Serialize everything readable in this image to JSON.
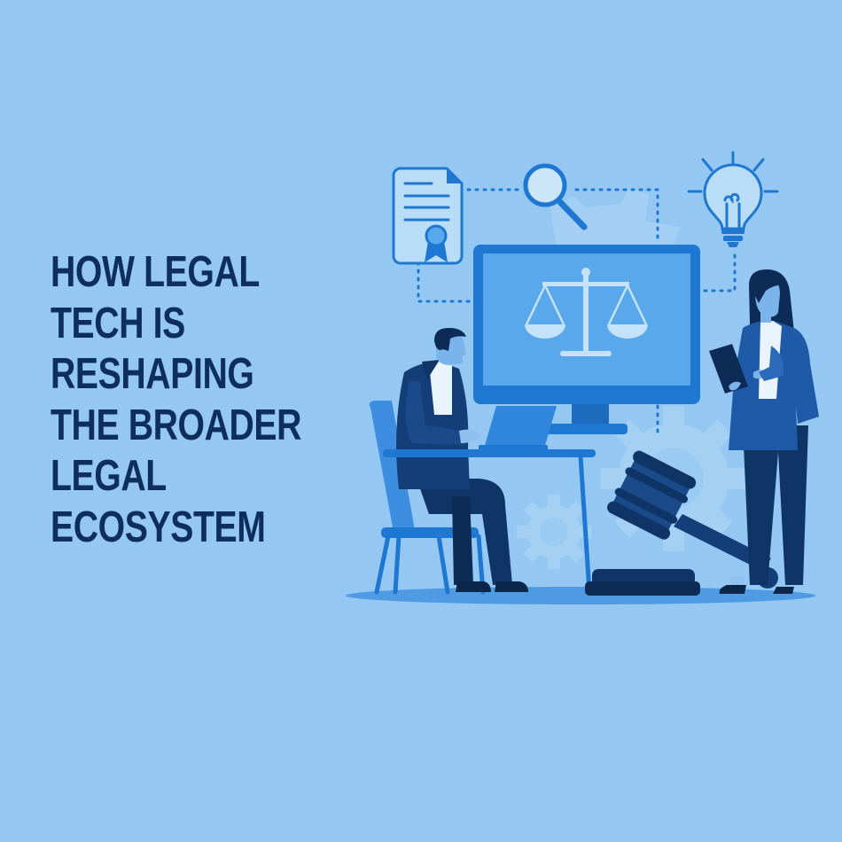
{
  "headline": {
    "lines": [
      "HOW LEGAL",
      "TECH IS",
      "RESHAPING",
      "THE BROADER",
      "LEGAL",
      "ECOSYSTEM"
    ]
  },
  "illustration": {
    "icons": [
      "certificate-document-icon",
      "magnifying-glass-icon",
      "lightbulb-icon",
      "scales-of-justice-icon",
      "gavel-icon",
      "gear-icon"
    ],
    "figures": [
      "man-at-desk-with-laptop",
      "woman-holding-tablet"
    ]
  },
  "colors": {
    "background": "#94c7f1",
    "headline": "#0e2f5e",
    "navy": "#103a6e",
    "primary_blue": "#1e78d2",
    "mid_blue": "#2c6fb8",
    "light_blue": "#b9dcf7",
    "screen": "#5aa8ec"
  }
}
